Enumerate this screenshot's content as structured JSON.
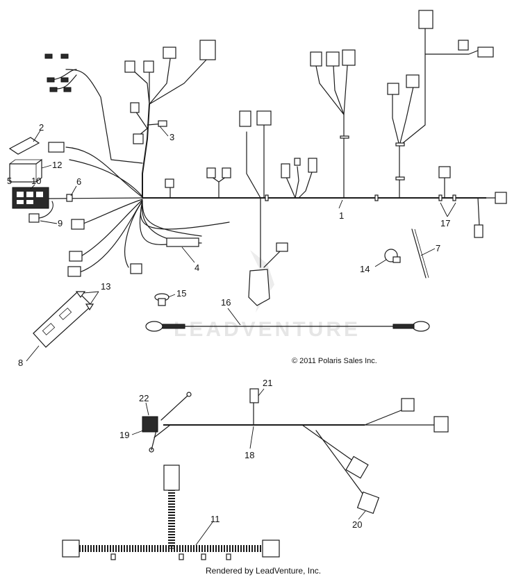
{
  "diagram": {
    "callouts": [
      "1",
      "2",
      "3",
      "4",
      "5",
      "6",
      "7",
      "8",
      "9",
      "10",
      "11",
      "12",
      "13",
      "14",
      "15",
      "16",
      "17",
      "18",
      "19",
      "20",
      "21",
      "22"
    ],
    "copyright": "© 2011 Polaris Sales Inc.",
    "watermark": "LEADVENTURE",
    "footer": "Rendered by LeadVenture, Inc."
  }
}
